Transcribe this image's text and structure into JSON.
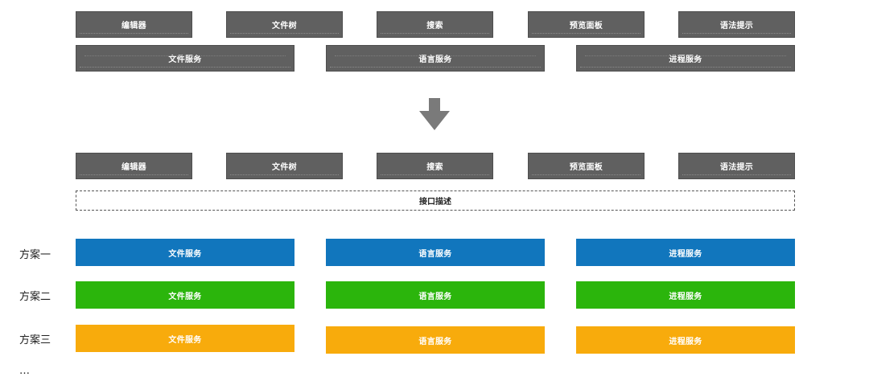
{
  "top": {
    "modules": [
      "编辑器",
      "文件树",
      "搜索",
      "预览面板",
      "语法提示"
    ],
    "services": [
      "文件服务",
      "语言服务",
      "进程服务"
    ]
  },
  "bottom": {
    "modules": [
      "编辑器",
      "文件树",
      "搜索",
      "预览面板",
      "语法提示"
    ],
    "interface": "接口描述"
  },
  "schemes": [
    {
      "label": "方案一",
      "color": "#1176bd",
      "services": [
        "文件服务",
        "语言服务",
        "进程服务"
      ]
    },
    {
      "label": "方案二",
      "color": "#2bb50c",
      "services": [
        "文件服务",
        "语言服务",
        "进程服务"
      ]
    },
    {
      "label": "方案三",
      "color": "#f8ab0c",
      "services": [
        "文件服务",
        "语言服务",
        "进程服务"
      ]
    }
  ],
  "more": "…",
  "arrow_color": "#7a7a7a"
}
